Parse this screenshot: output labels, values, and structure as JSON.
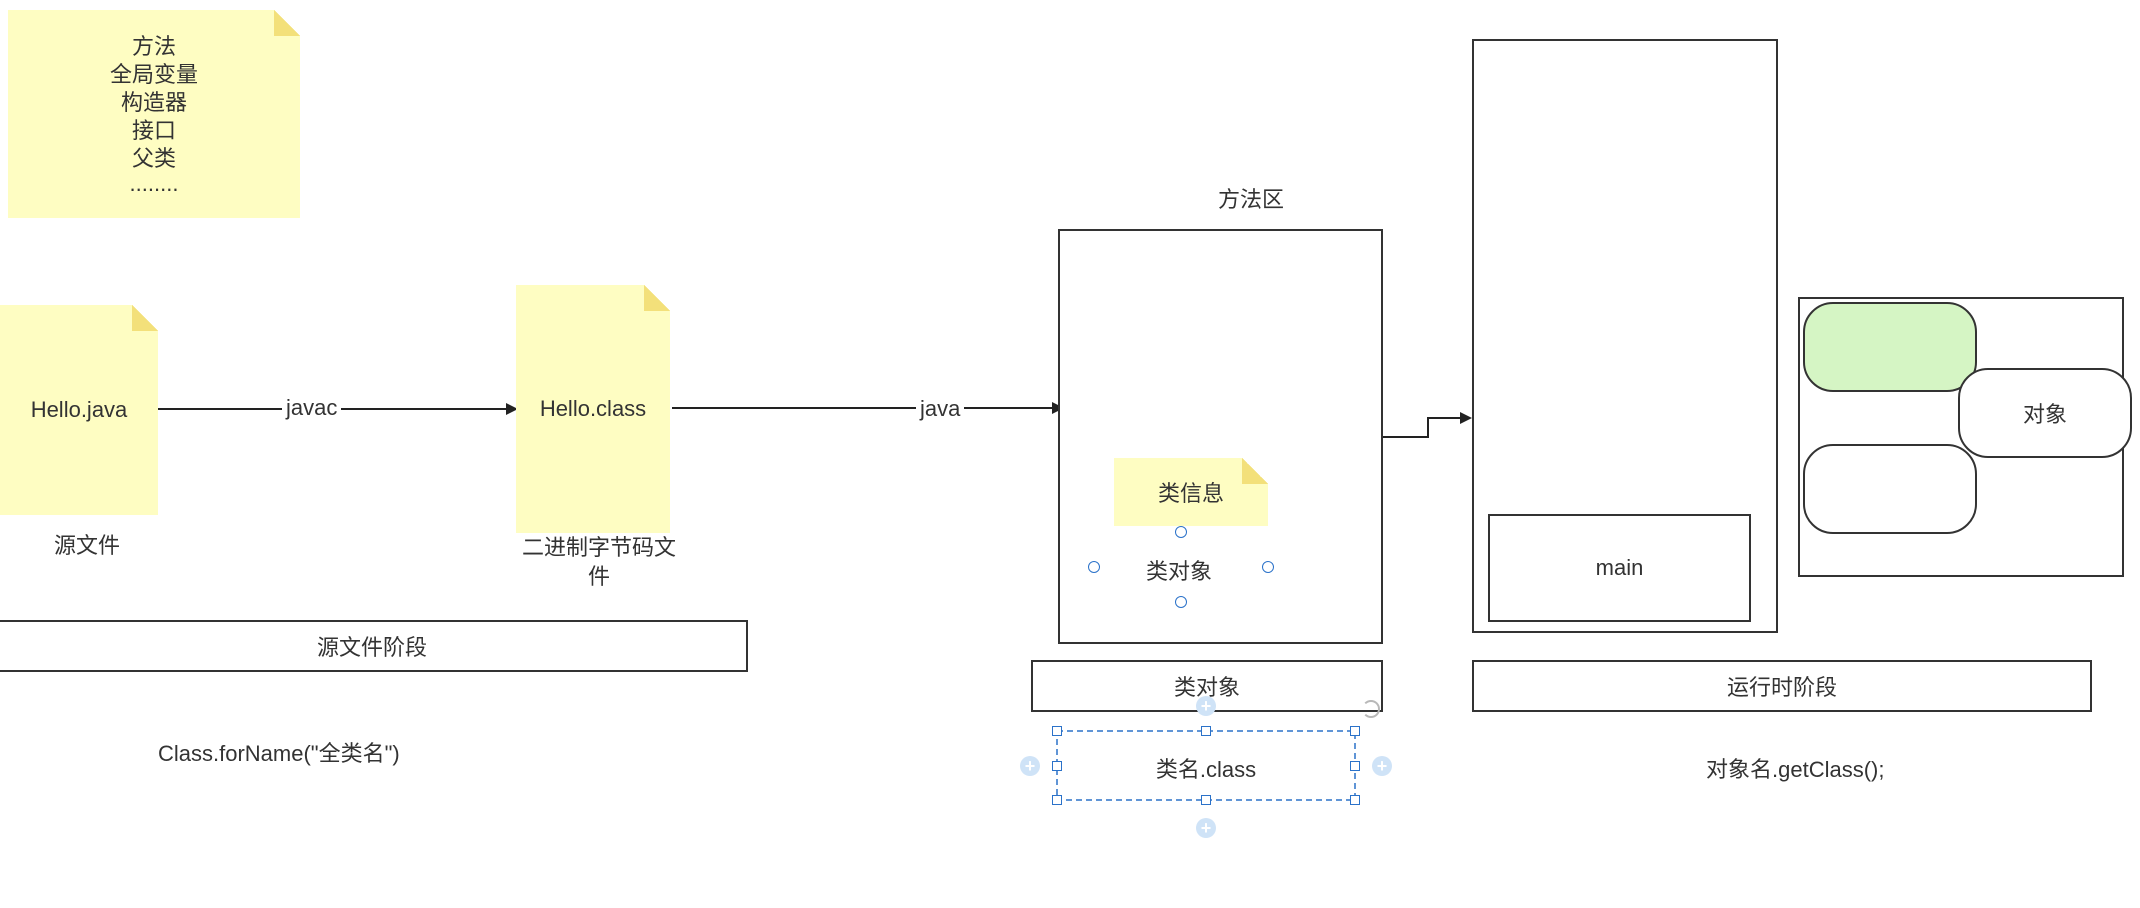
{
  "notes": {
    "top": {
      "lines": [
        "方法",
        "全局变量",
        "构造器",
        "接口",
        "父类",
        "........"
      ]
    },
    "hello_java": "Hello.java",
    "hello_class": "Hello.class",
    "class_info": "类信息"
  },
  "labels": {
    "source_file": "源文件",
    "bytecode_line1": "二进制字节码文",
    "bytecode_line2": "件",
    "method_area": "方法区",
    "class_object_inner": "类对象",
    "main": "main",
    "object": "对象",
    "class_forname": "Class.forName(\"全类名\")",
    "get_class": "对象名.getClass();",
    "class_name_class": "类名.class"
  },
  "arrows": {
    "javac": "javac",
    "java": "java"
  },
  "stages": {
    "source": "源文件阶段",
    "class_object": "类对象",
    "runtime": "运行时阶段"
  },
  "colors": {
    "note_fill": "#fefdc2",
    "green_pill": "#d5f5c4",
    "stroke": "#333333",
    "selection": "#2b72c9"
  }
}
